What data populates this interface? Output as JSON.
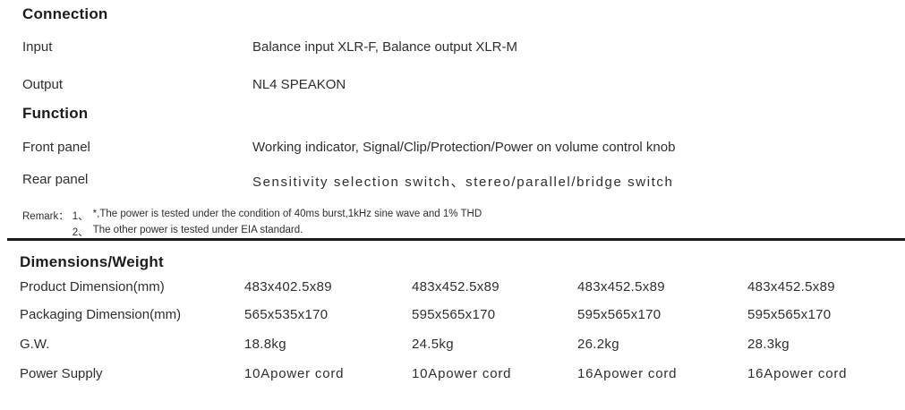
{
  "colors": {
    "background": "#ffffff",
    "text": "#2e2e2e",
    "heading": "#1c1c1c",
    "rule": "#1b1b1b"
  },
  "connection": {
    "title": "Connection",
    "rows": [
      {
        "label": "Input",
        "value": "Balance input XLR-F, Balance output XLR-M"
      },
      {
        "label": "Output",
        "value": "NL4 SPEAKON"
      }
    ]
  },
  "function": {
    "title": "Function",
    "rows": [
      {
        "label": "Front panel",
        "value": "Working indicator, Signal/Clip/Protection/Power on volume control knob"
      },
      {
        "label": "Rear panel",
        "value": "Sensitivity selection switch、stereo/parallel/bridge switch"
      }
    ]
  },
  "remark": {
    "label": "Remark：",
    "items": [
      {
        "num": "1、",
        "text": "*,The power is tested under the condition of 40ms burst,1kHz sine wave and 1% THD"
      },
      {
        "num": "2、",
        "text": "The other power is tested under EIA standard."
      }
    ]
  },
  "dimensions": {
    "title": "Dimensions/Weight",
    "rows": [
      {
        "label": "Product Dimension(mm)",
        "values": [
          "483x402.5x89",
          "483x452.5x89",
          "483x452.5x89",
          "483x452.5x89"
        ]
      },
      {
        "label": "Packaging Dimension(mm)",
        "values": [
          "565x535x170",
          "595x565x170",
          "595x565x170",
          "595x565x170"
        ]
      },
      {
        "label": "G.W.",
        "values": [
          "18.8kg",
          "24.5kg",
          "26.2kg",
          "28.3kg"
        ]
      },
      {
        "label": "Power Supply",
        "values": [
          "10Apower cord",
          "10Apower cord",
          "16Apower cord",
          "16Apower cord"
        ]
      }
    ]
  }
}
